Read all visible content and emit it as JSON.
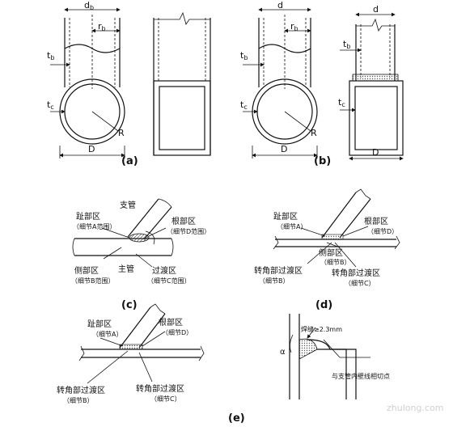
{
  "panels": {
    "a": {
      "caption": "(a)",
      "db": "d",
      "db_sub": "b",
      "rb": "r",
      "rb_sub": "b",
      "tb": "t",
      "tb_sub": "b",
      "tc": "t",
      "tc_sub": "c",
      "R": "R",
      "D": "D"
    },
    "b": {
      "caption": "(b)",
      "d": "d",
      "rb": "r",
      "rb_sub": "b",
      "tb": "t",
      "tb_sub": "b",
      "tc": "t",
      "tc_sub": "c",
      "R": "R",
      "D": "D",
      "d2": "d",
      "tb2": "t",
      "tb2_sub": "b",
      "tc2": "t",
      "tc2_sub": "c",
      "D2": "D"
    },
    "c": {
      "caption": "(c)",
      "toe": "趾部区",
      "toe_note": "（细节A范围）",
      "branch": "支管",
      "heel": "根部区",
      "heel_note": "（细节D范围）",
      "side": "侧部区",
      "side_note": "（细节B范围）",
      "chord": "主管",
      "transition": "过渡区",
      "transition_note": "（细节C范围）"
    },
    "d": {
      "caption": "(d)",
      "toe": "趾部区",
      "toe_note": "（细节A）",
      "heel": "根部区",
      "heel_note": "（细节D）",
      "side": "侧部区",
      "side_note": "（细节B）",
      "corner": "转角部过渡区",
      "corner_note": "（细节B）",
      "transition": "转角部过渡区",
      "transition_note": "（细节C）"
    },
    "e": {
      "caption": "(e)",
      "toe": "趾部区",
      "toe_note": "（细节A）",
      "heel": "根部区",
      "heel_note": "（细节D）",
      "corner": "转角部过渡区",
      "corner_note": "（细节B）",
      "corner2": "转角部过渡区",
      "corner2_note": "（细节C）",
      "weld_dim": "焊缝≥2.3mm",
      "alpha": "α",
      "tangent": "与支管内壁线相切点"
    }
  },
  "watermark": "zhulong.com"
}
